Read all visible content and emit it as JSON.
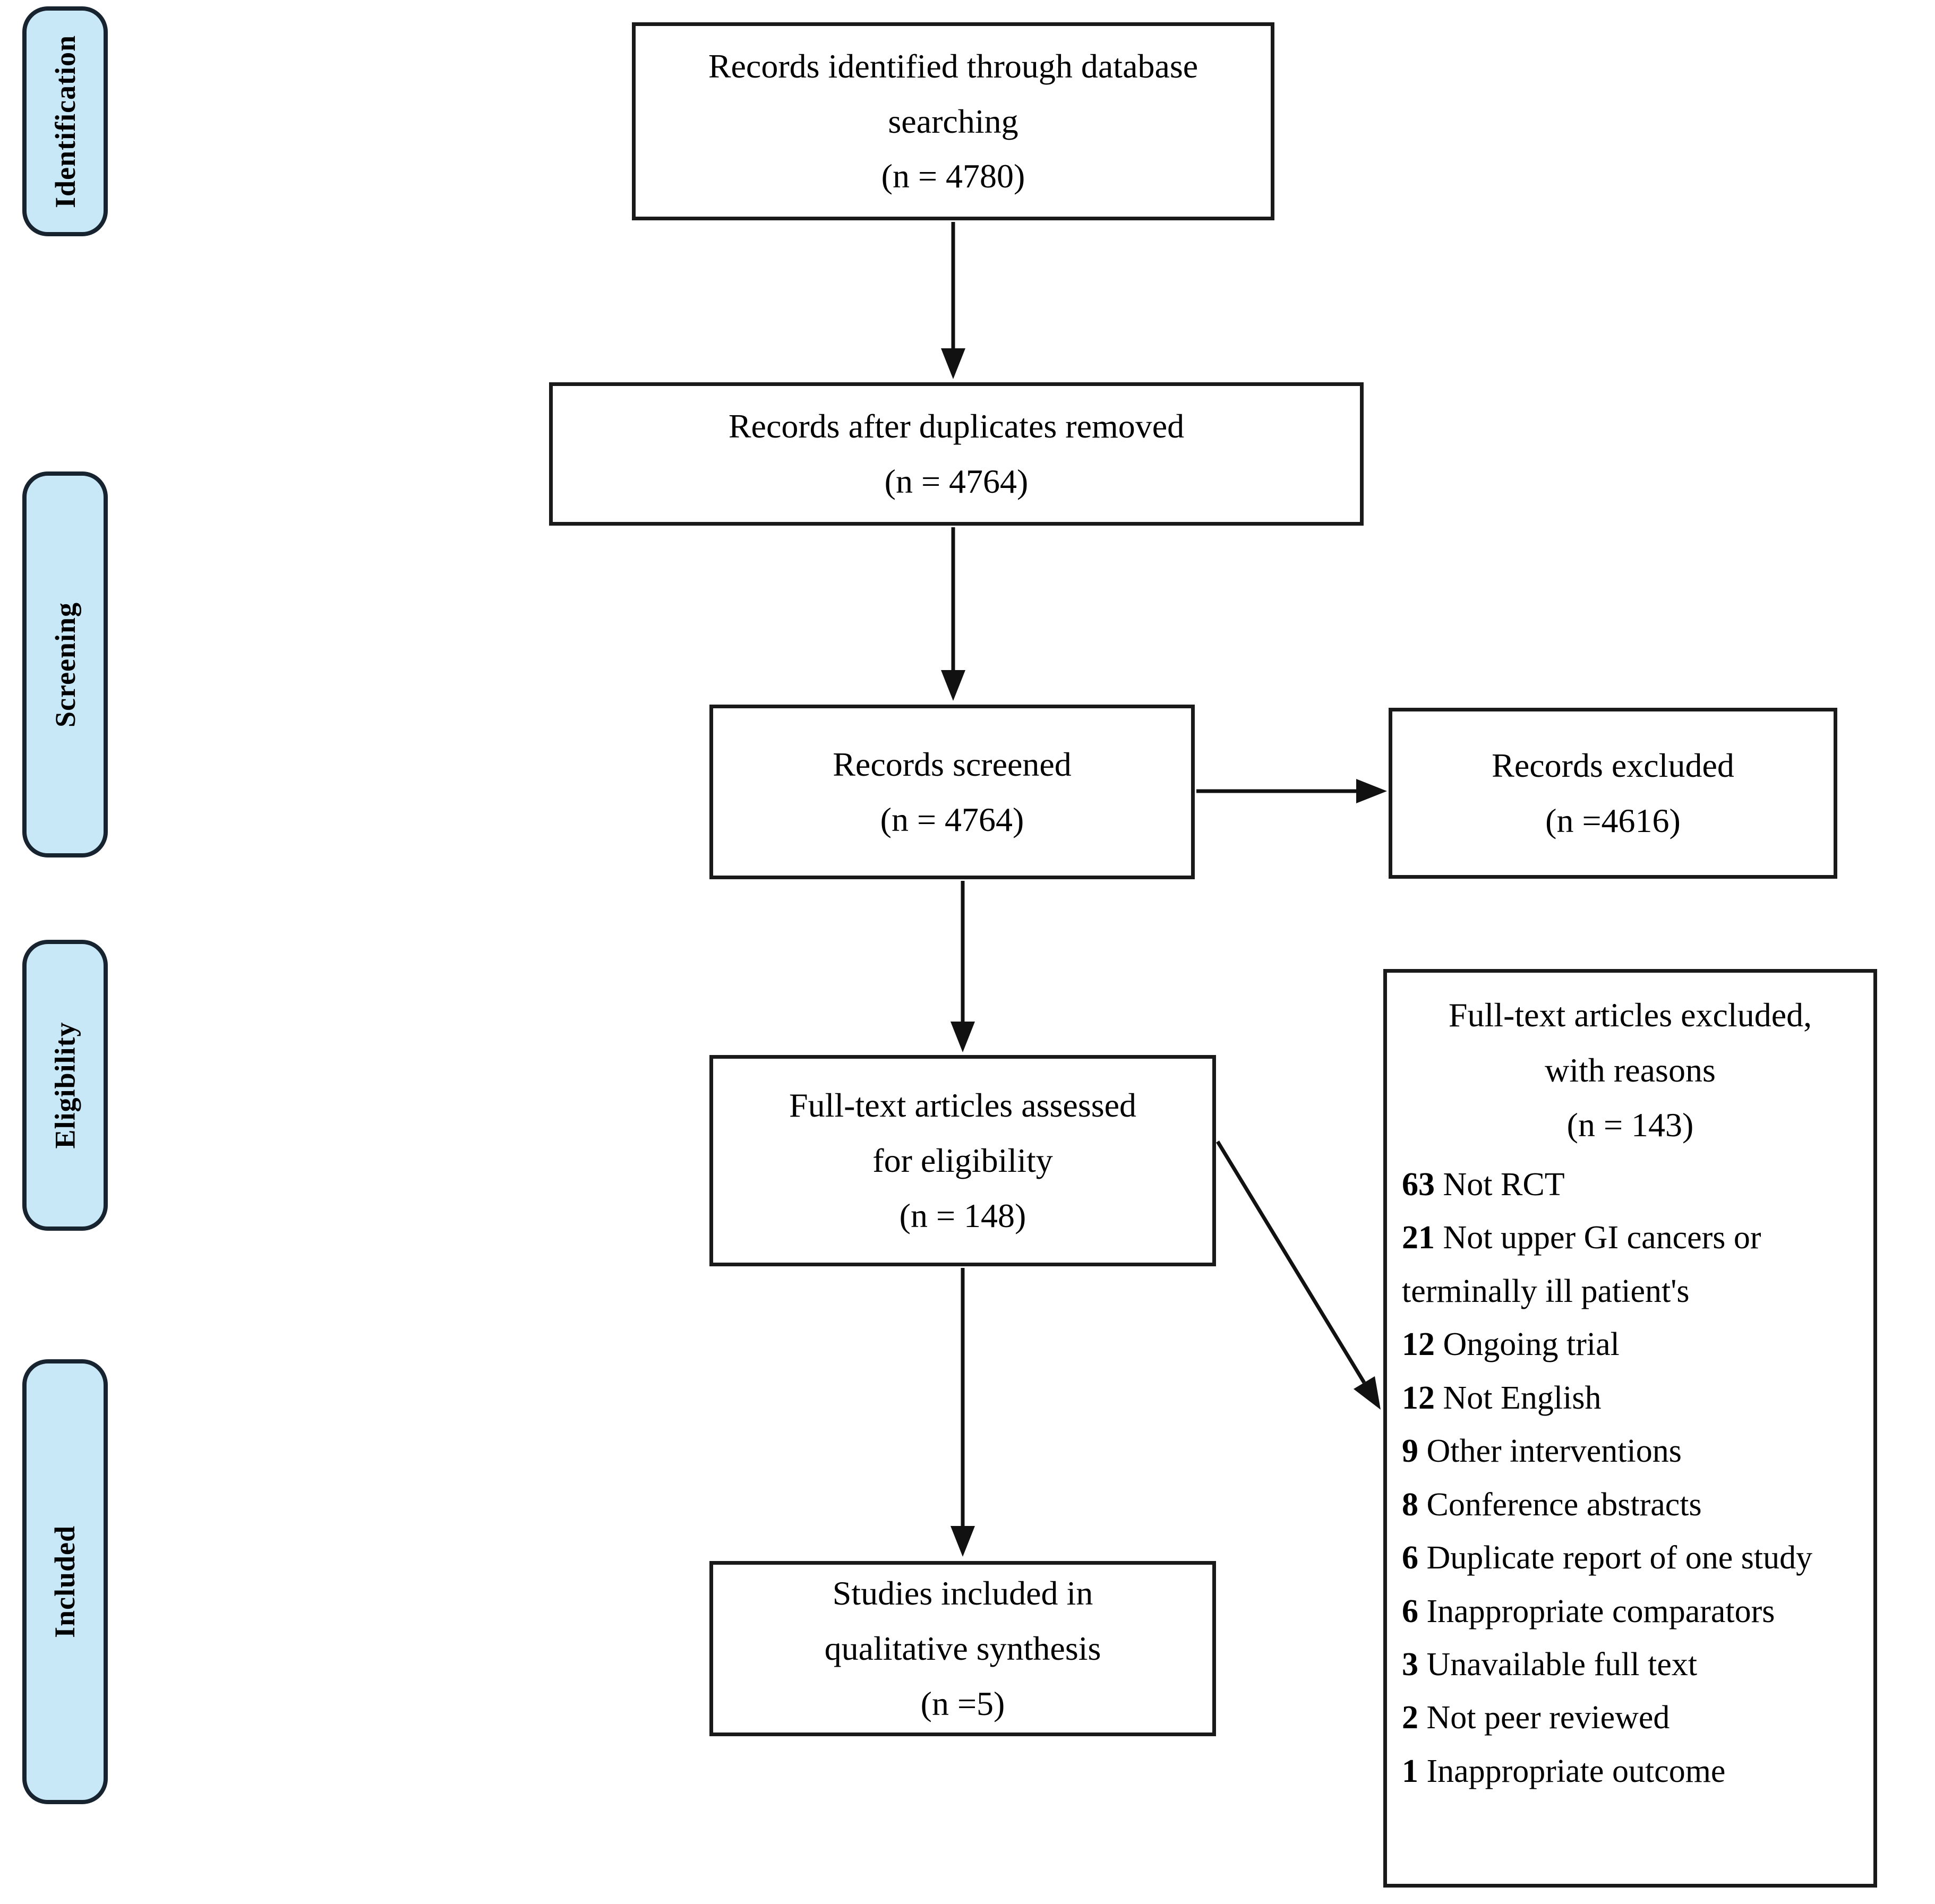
{
  "diagram": {
    "kind": "PRISMA flow diagram",
    "colors": {
      "stage_fill": "#c8e8f8",
      "stage_border": "#17232e",
      "box_border": "#1a1a1a",
      "arrow": "#111111"
    }
  },
  "sidebar": {
    "stages": [
      {
        "label": "Identification"
      },
      {
        "label": "Screening"
      },
      {
        "label": "Eligibility"
      },
      {
        "label": "Included"
      }
    ]
  },
  "flow": {
    "identified": {
      "lines": [
        "Records identified through database",
        "searching",
        "(n = 4780)"
      ]
    },
    "dedup": {
      "lines": [
        "Records after duplicates removed",
        "(n = 4764)"
      ]
    },
    "screened": {
      "lines": [
        "Records screened",
        "(n = 4764)"
      ]
    },
    "excluded": {
      "lines": [
        "Records excluded",
        "(n =4616)"
      ]
    },
    "fulltext": {
      "lines": [
        "Full-text articles assessed",
        "for eligibility",
        "(n = 148)"
      ]
    },
    "included_studies": {
      "lines": [
        "Studies included in",
        "qualitative synthesis",
        "(n =5)"
      ]
    }
  },
  "reasons": {
    "header": [
      "Full-text articles excluded,",
      "with reasons",
      "(n = 143)"
    ],
    "items": [
      {
        "count": "63",
        "reason": "Not RCT"
      },
      {
        "count": "21",
        "reason": "Not upper GI cancers or terminally ill patient's"
      },
      {
        "count": "12",
        "reason": "Ongoing trial"
      },
      {
        "count": "12",
        "reason": "Not English"
      },
      {
        "count": "9",
        "reason": "Other interventions"
      },
      {
        "count": "8",
        "reason": "Conference abstracts"
      },
      {
        "count": "6",
        "reason": "Duplicate report of one study"
      },
      {
        "count": "6",
        "reason": "Inappropriate comparators"
      },
      {
        "count": "3",
        "reason": "Unavailable full text"
      },
      {
        "count": "2",
        "reason": "Not peer reviewed"
      },
      {
        "count": "1",
        "reason": "Inappropriate outcome"
      }
    ]
  }
}
